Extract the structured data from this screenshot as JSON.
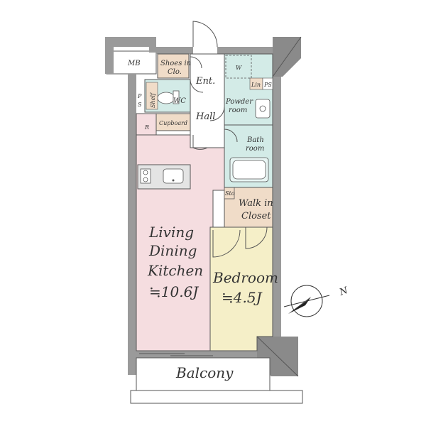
{
  "labels": {
    "mb": "MB",
    "shoes": "Shoes in",
    "shoes2": "Clo.",
    "ent": "Ent.",
    "w": "W",
    "lin": "Lin",
    "ps_top": "PS",
    "wc": "WC",
    "shelf": "Shelf",
    "ps_left": "P\nS",
    "powder": "Powder",
    "powder2": "room",
    "hall": "Hall",
    "r": "R",
    "cupboard": "Cupboard",
    "bath": "Bath",
    "bath2": "room",
    "sto": "Sto",
    "walkin": "Walk in",
    "walkin2": "Closet",
    "ldk1": "Living",
    "ldk2": "Dining",
    "ldk3": "Kitchen",
    "ldk_area": "≒10.6J",
    "bedroom": "Bedroom",
    "bed_area": "≒4.5J",
    "balcony": "Balcony",
    "compass": "N"
  },
  "colors": {
    "wall": "#9a9a9a",
    "wall_dark": "#7d7d7d",
    "ldk": "#f5dde0",
    "bedroom": "#f5efc8",
    "wet": "#d3ebe7",
    "storage": "#f0dcc8",
    "hall": "#ffffff",
    "line": "#555555"
  }
}
